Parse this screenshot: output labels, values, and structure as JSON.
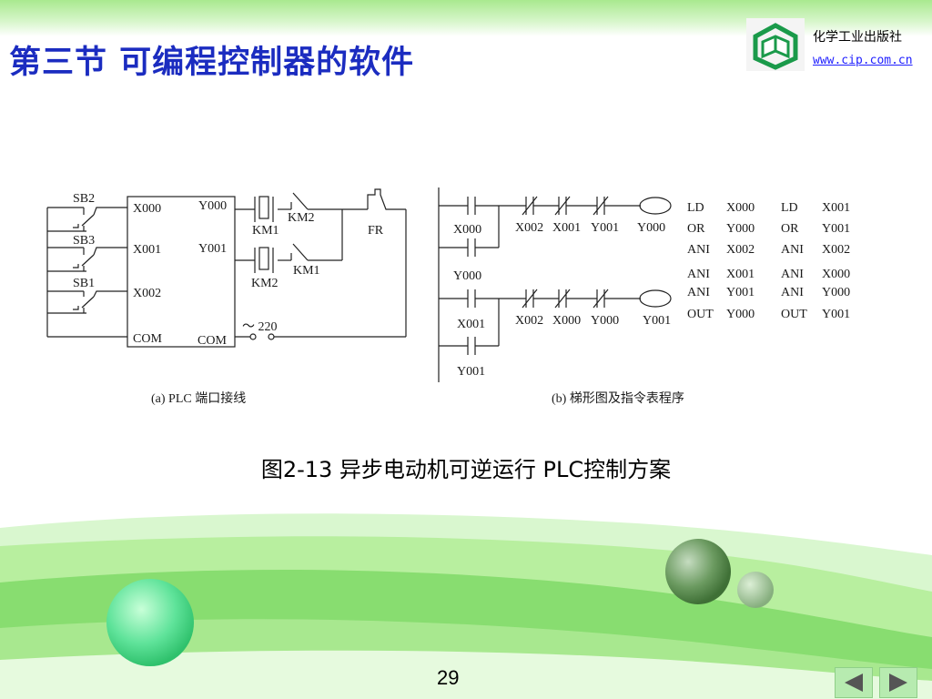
{
  "header": {
    "title": "第三节 可编程控制器的软件",
    "publisher": "化学工业出版社",
    "website": "www.cip.com.cn"
  },
  "wiring": {
    "subcaption": "(a)  PLC 端口接线",
    "switches": [
      "SB2",
      "SB3",
      "SB1"
    ],
    "inputs": [
      "X000",
      "X001",
      "X002",
      "COM"
    ],
    "outputs": [
      "Y000",
      "Y001",
      "COM"
    ],
    "coils": [
      "KM1",
      "KM2"
    ],
    "interlocks": [
      "KM2",
      "KM1"
    ],
    "overload": "FR",
    "supply": "～ 220"
  },
  "ladder": {
    "subcaption": "(b)  梯形图及指令表程序",
    "rung1": {
      "contacts": [
        "X000",
        "Y000",
        "X002",
        "X001",
        "Y001"
      ],
      "coil": "Y000"
    },
    "rung2": {
      "contacts": [
        "X001",
        "Y001",
        "X002",
        "X000",
        "Y000"
      ],
      "coil": "Y001"
    },
    "instructions_left": [
      [
        "LD",
        "X000"
      ],
      [
        "OR",
        "Y000"
      ],
      [
        "ANI",
        "X002"
      ],
      [
        "ANI",
        "X001"
      ],
      [
        "ANI",
        "Y001"
      ],
      [
        "OUT",
        "Y000"
      ]
    ],
    "instructions_right": [
      [
        "LD",
        "X001"
      ],
      [
        "OR",
        "Y001"
      ],
      [
        "ANI",
        "X002"
      ],
      [
        "ANI",
        "X000"
      ],
      [
        "ANI",
        "Y000"
      ],
      [
        "OUT",
        "Y001"
      ]
    ]
  },
  "caption": "图2-13  异步电动机可逆运行 PLC控制方案",
  "footer": {
    "page_number": "29"
  },
  "colors": {
    "title": "#1b2cc0",
    "link": "#2020ff",
    "accent_green": "#7fd86a"
  }
}
